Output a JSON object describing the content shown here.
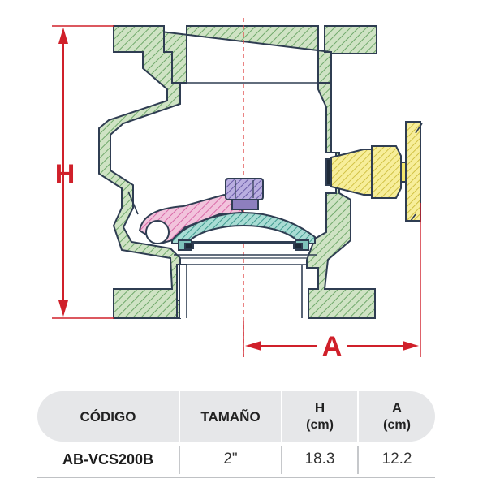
{
  "diagram": {
    "dimension_h": "H",
    "dimension_a": "A",
    "colors": {
      "body_fill": "#cfe3c4",
      "body_hatch": "#6fa86a",
      "outline": "#2f3d52",
      "disc_arm": "#e59bc3",
      "nut": "#8d7fbe",
      "seat": "#7fc3bb",
      "screw": "#f4e66c",
      "dimension": "#d0202a",
      "centerline": "#e05050"
    }
  },
  "table": {
    "headers": {
      "code": "CÓDIGO",
      "size": "TAMAÑO",
      "h": "H",
      "h_unit": "(cm)",
      "a": "A",
      "a_unit": "(cm)"
    },
    "rows": [
      {
        "code": "AB-VCS200B",
        "size": "2\"",
        "h": "18.3",
        "a": "12.2"
      }
    ]
  }
}
